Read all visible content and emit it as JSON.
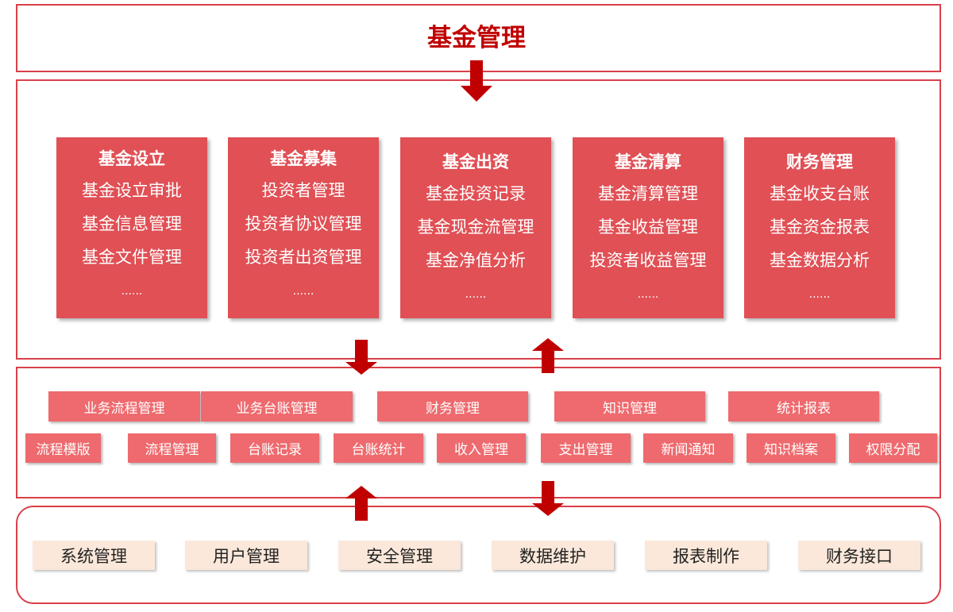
{
  "title": "基金管理",
  "modules": [
    {
      "title": "基金设立",
      "items": [
        "基金设立审批",
        "基金信息管理",
        "基金文件管理"
      ],
      "more": "......"
    },
    {
      "title": "基金募集",
      "items": [
        "投资者管理",
        "投资者协议管理",
        "投资者出资管理"
      ],
      "more": "......"
    },
    {
      "title": "基金出资",
      "items": [
        "基金投资记录",
        "基金现金流管理",
        "基金净值分析"
      ],
      "more": "......"
    },
    {
      "title": "基金清算",
      "items": [
        "基金清算管理",
        "基金收益管理",
        "投资者收益管理"
      ],
      "more": "......"
    },
    {
      "title": "财务管理",
      "items": [
        "基金收支台账",
        "基金资金报表",
        "基金数据分析"
      ],
      "more": "......"
    }
  ],
  "middle": {
    "groups": [
      "业务流程管理",
      "业务台账管理",
      "财务管理",
      "知识管理",
      "统计报表"
    ],
    "functions": [
      "流程模版",
      "流程管理",
      "台账记录",
      "台账统计",
      "收入管理",
      "支出管理",
      "新闻通知",
      "知识档案",
      "权限分配"
    ]
  },
  "base": [
    "系统管理",
    "用户管理",
    "安全管理",
    "数据维护",
    "报表制作",
    "财务接口"
  ],
  "colors": {
    "accent": "#c00000",
    "card": "#e05055",
    "pill": "#ee6a6e",
    "base": "#fbe8da"
  }
}
